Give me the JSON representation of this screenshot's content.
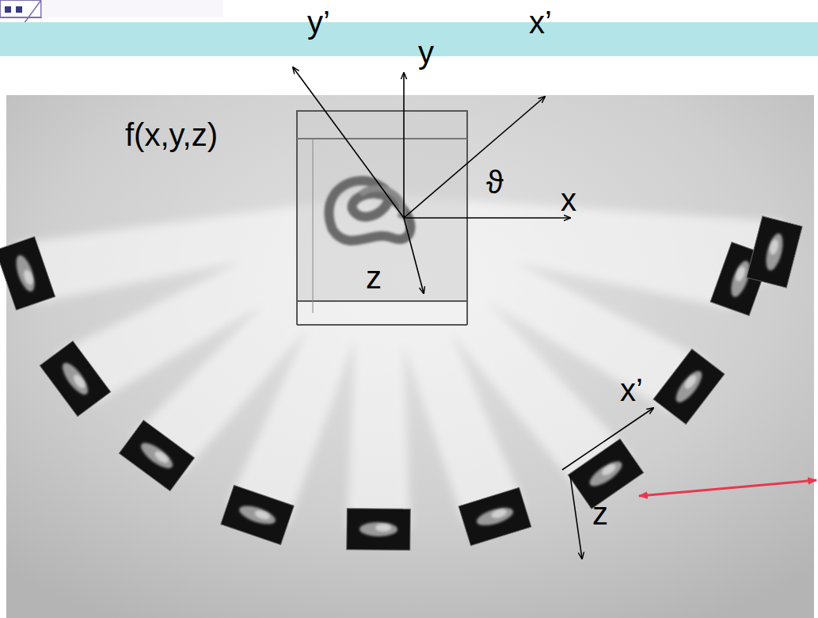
{
  "diagram": {
    "labels": [
      "y’",
      "y",
      "x’",
      "f(x,y,z)",
      "ϑ",
      "x",
      "z",
      "x’",
      "z"
    ]
  }
}
